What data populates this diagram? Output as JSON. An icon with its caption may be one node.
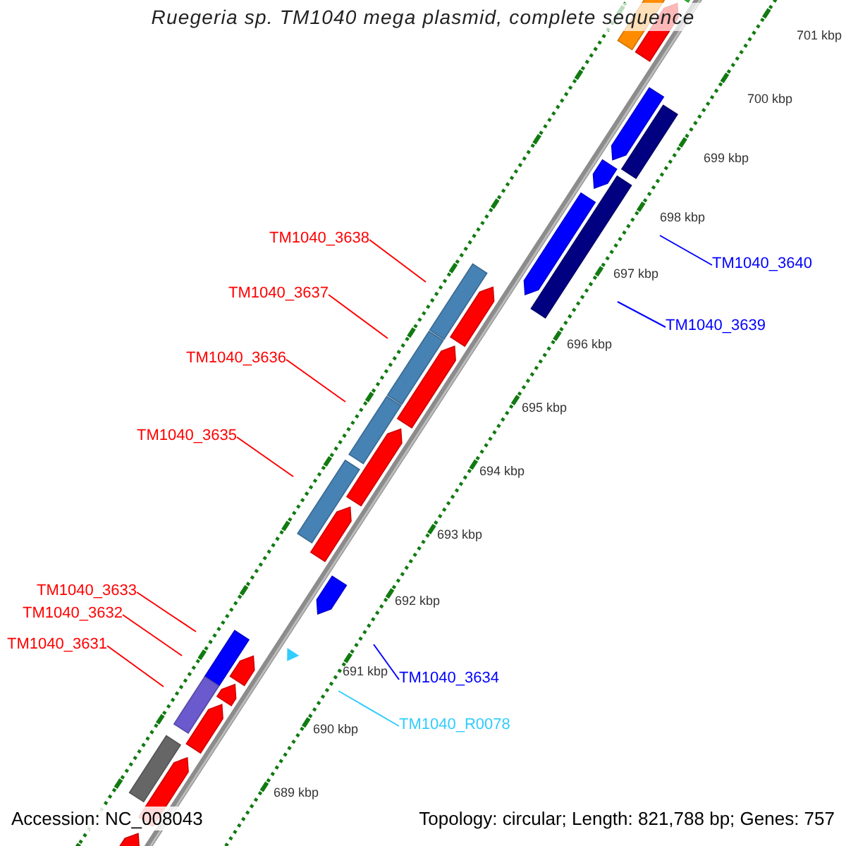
{
  "diagram": {
    "title": "Ruegeria sp. TM1040 mega plasmid, complete sequence",
    "nodes": [
      {
        "text": [
          "TM1040_3638"
        ]
      },
      {
        "text": [
          "TM1040_3637"
        ]
      },
      {
        "text": [
          "TM1040_3640"
        ]
      },
      {
        "text": [
          "TM1040_3639"
        ]
      },
      {
        "text": [
          "TM1040_3636"
        ]
      },
      {
        "text": [
          "TM1040_3635"
        ]
      },
      {
        "text": [
          "TM1040_3633"
        ]
      },
      {
        "text": [
          "TM1040_3632"
        ]
      },
      {
        "text": [
          "TM1040_3631"
        ]
      },
      {
        "text": [
          "TM1040_3634"
        ]
      },
      {
        "text": [
          "TM1040_R0078"
        ]
      }
    ],
    "edges": [
      {
        "from": 0,
        "to": null,
        "arrow": "none"
      },
      {
        "from": 1,
        "to": null,
        "arrow": "none"
      },
      {
        "from": 2,
        "to": null,
        "arrow": "none",
        "color": "#0000ff"
      },
      {
        "from": 3,
        "to": null,
        "arrow": "none",
        "color": "#0000ff"
      },
      {
        "from": 4,
        "to": null,
        "arrow": "none"
      },
      {
        "from": 5,
        "to": null,
        "arrow": "none"
      },
      {
        "from": 6,
        "to": null,
        "arrow": "none"
      },
      {
        "from": 7,
        "to": null,
        "arrow": "none"
      },
      {
        "from": 8,
        "to": null,
        "arrow": "none"
      },
      {
        "from": 9,
        "to": null,
        "arrow": "none",
        "color": "#0000ff"
      },
      {
        "from": 10,
        "to": null,
        "arrow": "none",
        "color": "#33ccff"
      }
    ],
    "labels": [
      "701 kbp",
      "700 kbp",
      "699 kbp",
      "698 kbp",
      "697 kbp",
      "696 kbp",
      "695 kbp",
      "694 kbp",
      "693 kbp",
      "692 kbp",
      "691 kbp",
      "690 kbp",
      "689 kbp",
      "Accession: NC_008043",
      "Topology: circular; Length: 821,788 bp; Genes: 757"
    ]
  }
}
